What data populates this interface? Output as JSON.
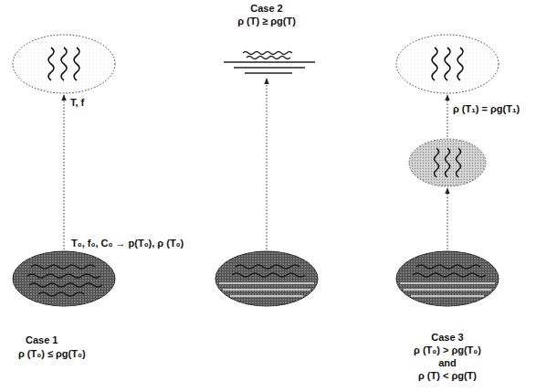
{
  "diagram": {
    "labels": [
      "Case 2",
      "ρ (T) ≥ ρg(T)",
      "T, f",
      "T₀, f₀, C₀ → p(T₀), ρ (T₀)",
      "ρ (T₁) = ρg(T₁)",
      "Case 1",
      "ρ (T₀) ≤ ρg(T₀)",
      "Case 3",
      "ρ (T₀) > ρg(T₀)",
      "and",
      "ρ (T) < ρg(T)"
    ]
  }
}
